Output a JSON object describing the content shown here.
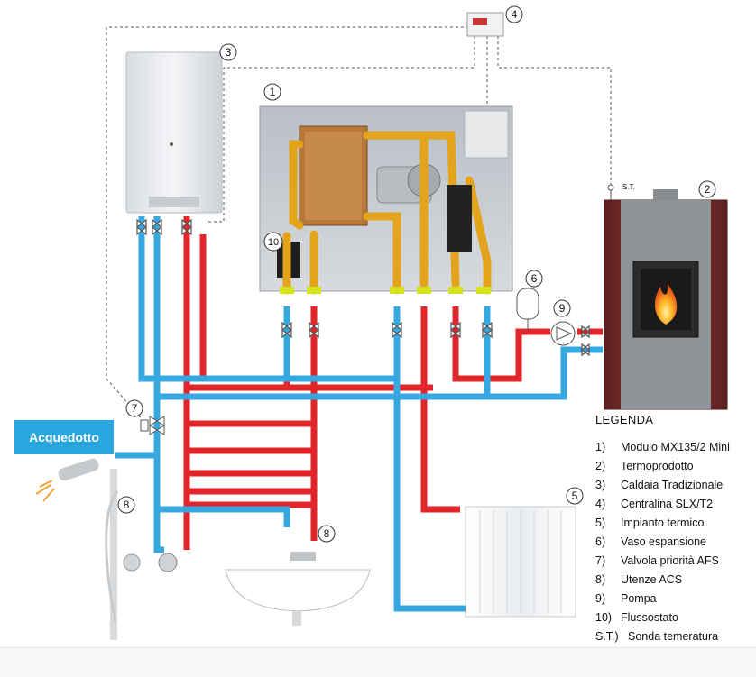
{
  "colors": {
    "hot": "#e0262b",
    "cold": "#35a8e0",
    "brass": "#e3a41c",
    "panel": "#c9ced3",
    "stove": "#7a2f2b"
  },
  "callouts": {
    "c1": "1",
    "c2": "2",
    "c3": "3",
    "c4": "4",
    "c5": "5",
    "c6": "6",
    "c7": "7",
    "c8a": "8",
    "c8b": "8",
    "c9": "9",
    "c10": "10"
  },
  "sensor_label": "S.T.",
  "aqueduct_label": "Acquedotto",
  "legend": {
    "title": "LEGENDA",
    "items": [
      {
        "num": "1)",
        "text": "Modulo MX135/2 Mini"
      },
      {
        "num": "2)",
        "text": "Termoprodotto"
      },
      {
        "num": "3)",
        "text": "Caldaia Tradizionale"
      },
      {
        "num": "4)",
        "text": "Centralina SLX/T2"
      },
      {
        "num": "5)",
        "text": "Impianto termico"
      },
      {
        "num": "6)",
        "text": "Vaso espansione"
      },
      {
        "num": "7)",
        "text": "Valvola priorità AFS"
      },
      {
        "num": "8)",
        "text": "Utenze ACS"
      },
      {
        "num": "9)",
        "text": "Pompa"
      },
      {
        "num": "10)",
        "text": "Flussostato"
      },
      {
        "num": "S.T.)",
        "text": "Sonda temeratura"
      }
    ]
  }
}
